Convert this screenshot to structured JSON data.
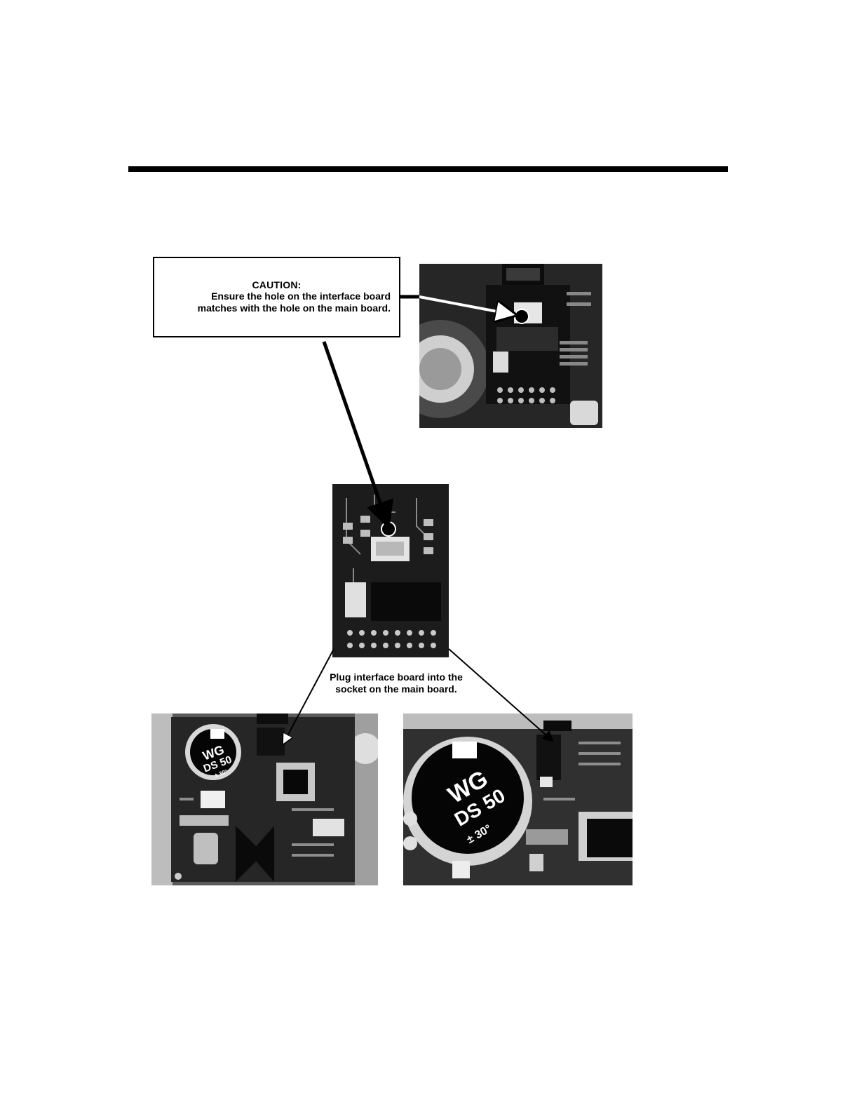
{
  "caution": {
    "title": "CAUTION:",
    "line1": "Ensure the hole on the interface board",
    "line2": "matches with the hole on the main board."
  },
  "caption": {
    "line1": "Plug interface board into the",
    "line2": "socket on the main board."
  },
  "photos": {
    "main_board_left": {
      "model": "WG",
      "series": "DS 50",
      "range": "± 30°"
    },
    "main_board_right": {
      "model": "WG",
      "series": "DS 50",
      "range": "± 30°"
    }
  }
}
